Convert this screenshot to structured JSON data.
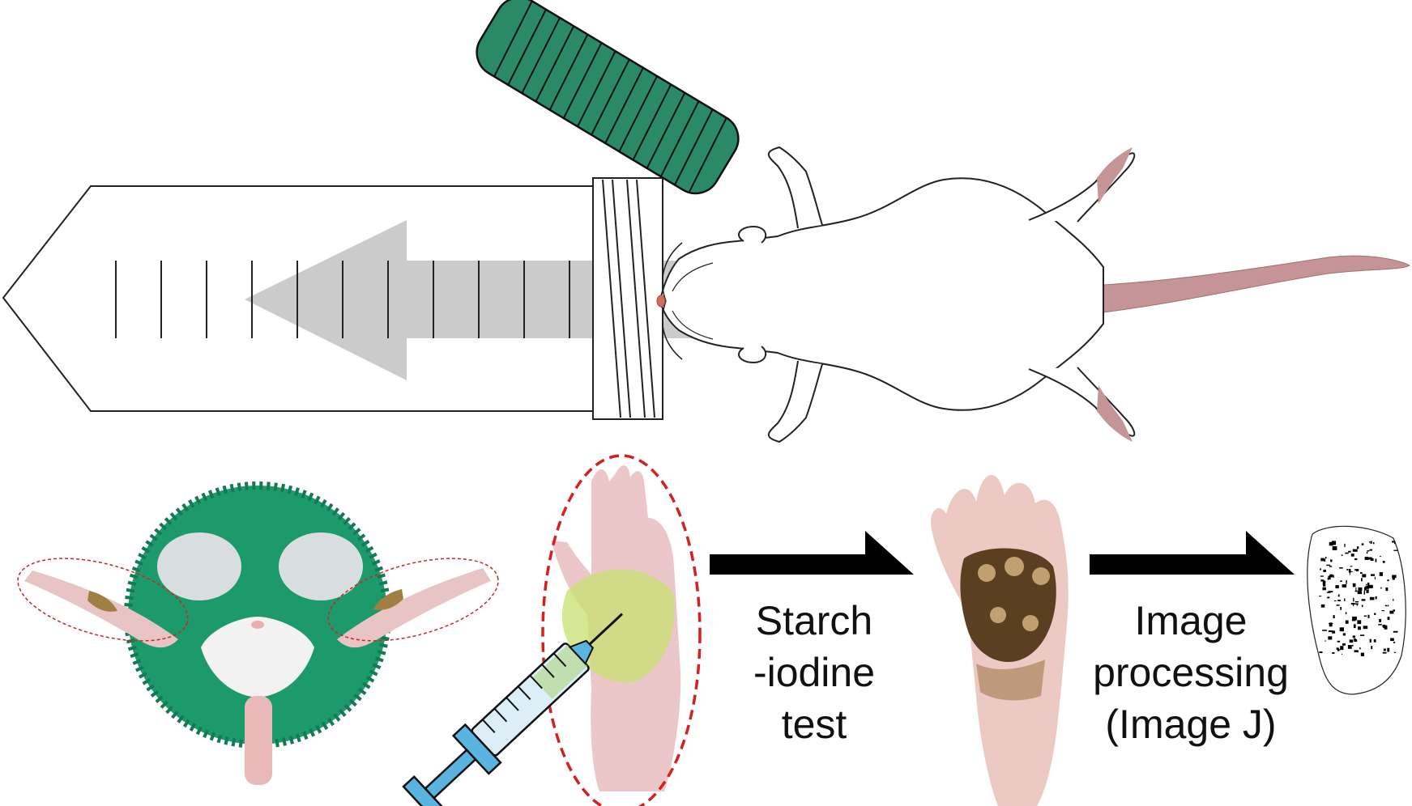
{
  "colors": {
    "tube_cap": "#2a8a68",
    "arrow_gray": "#c8c8c8",
    "tail_pink": "#c49496",
    "process_arrow": "#000000",
    "highlight_red": "#d42020",
    "cap_photo_green": "#1c9a6c",
    "syringe_blue": "#5ab4e0",
    "injection_yellow": "#c8e070",
    "paw_pink": "#e8c4c4",
    "stain_brown": "#5a4020"
  },
  "icons": [
    "conical-tube-icon",
    "tube-cap-icon",
    "mouse-outline-icon",
    "cap-restraint-photo",
    "hind-paw-photo",
    "syringe-icon",
    "stained-paw-photo",
    "processed-binary-image",
    "process-arrow-icon"
  ],
  "steps": {
    "starch_iodine": {
      "line1": "Starch",
      "line2": "-iodine",
      "line3": "test"
    },
    "image_processing": {
      "line1": "Image",
      "line2": "processing",
      "line3": "(Image J)"
    }
  }
}
